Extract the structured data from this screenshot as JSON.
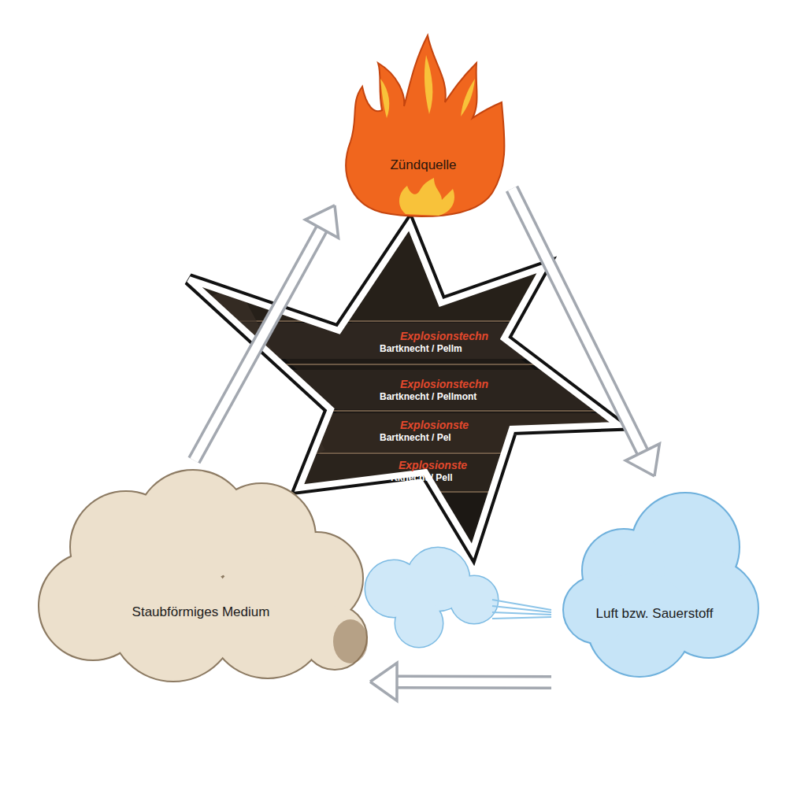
{
  "diagram": {
    "nodes": [
      {
        "text": [
          "Zündquelle"
        ]
      },
      {
        "text": [
          "Staubförmiges Medium"
        ]
      },
      {
        "text": [
          "Luft bzw. Sauerstoff"
        ]
      }
    ],
    "edges": [
      {
        "from": 1,
        "to": 0,
        "arrow": "to"
      },
      {
        "from": 0,
        "to": 2,
        "arrow": "to"
      },
      {
        "from": 2,
        "to": 1,
        "arrow": "to"
      }
    ],
    "labels": [
      "Explosionstechn",
      "Bartknecht / Pellm",
      "Explosionstechn",
      "Bartknecht / Pellmont",
      "Explosionste",
      "Bartknecht / Pel",
      "Explosionste",
      "rtknecht / Pell"
    ]
  }
}
